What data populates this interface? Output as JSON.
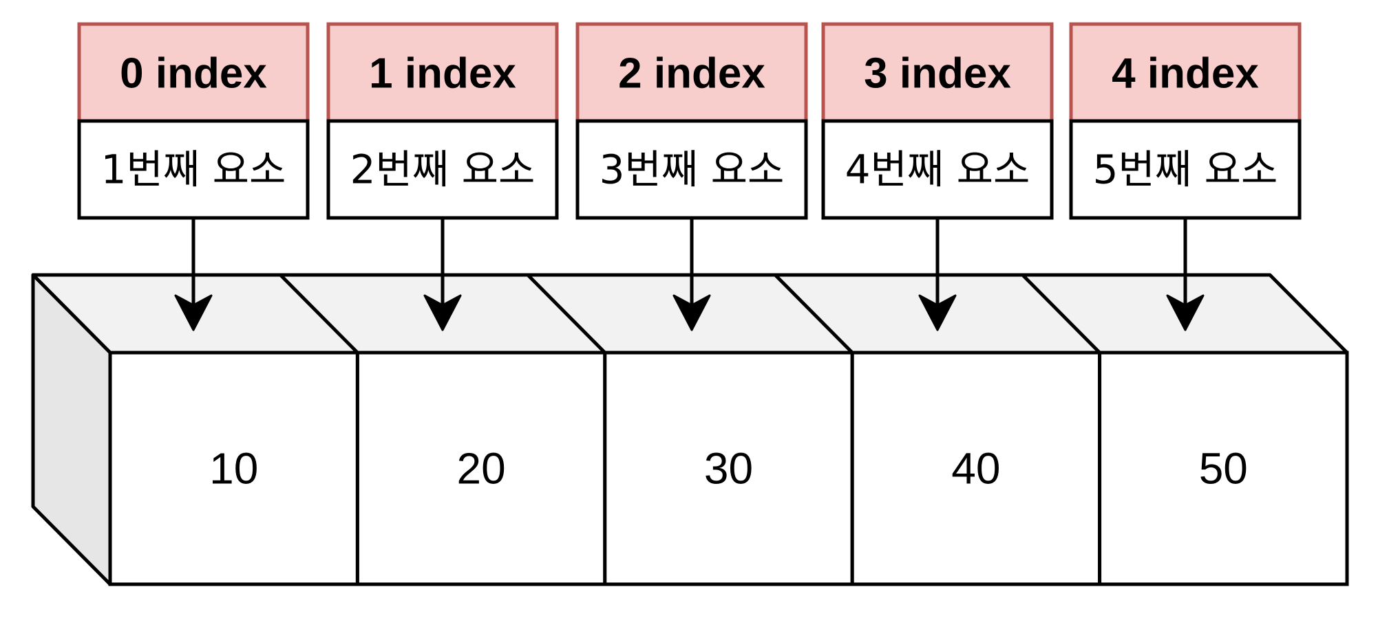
{
  "colors": {
    "index_fill": "#f8cecc",
    "index_stroke": "#b85450",
    "top_face": "#f2f2f2",
    "side_face": "#e6e6e6",
    "stroke": "#000000",
    "background": "#ffffff"
  },
  "elements": [
    {
      "index_label": "0 index",
      "element_label": "1번째 요소",
      "value": "10"
    },
    {
      "index_label": "1 index",
      "element_label": "2번째 요소",
      "value": "20"
    },
    {
      "index_label": "2 index",
      "element_label": "3번째 요소",
      "value": "30"
    },
    {
      "index_label": "3 index",
      "element_label": "4번째 요소",
      "value": "40"
    },
    {
      "index_label": "4 index",
      "element_label": "5번째 요소",
      "value": "50"
    }
  ]
}
